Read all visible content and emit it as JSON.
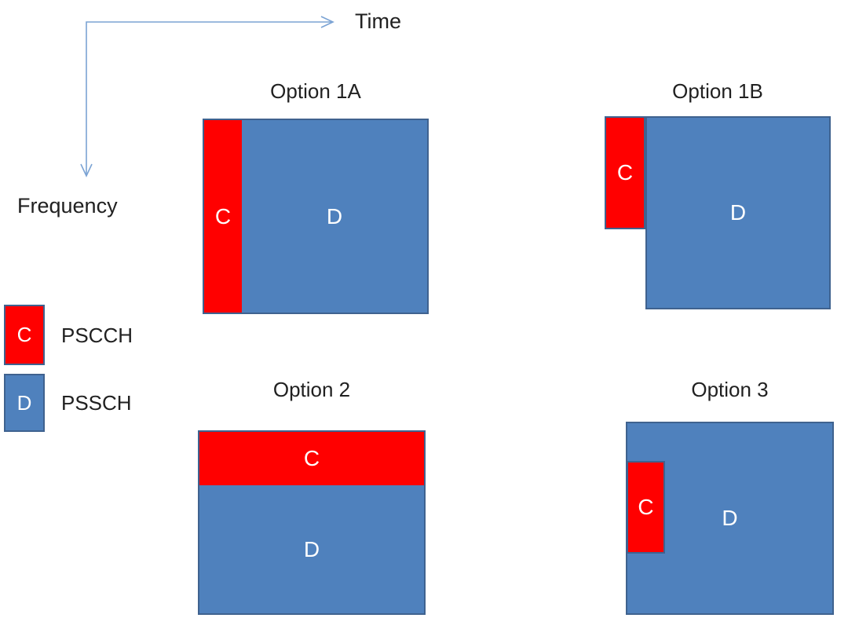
{
  "diagram": {
    "axes": {
      "time": "Time",
      "frequency": "Frequency"
    },
    "legend": [
      {
        "symbol": "C",
        "name": "PSCCH"
      },
      {
        "symbol": "D",
        "name": "PSSCH"
      }
    ],
    "options": [
      {
        "title": "Option 1A",
        "c": "C",
        "d": "D"
      },
      {
        "title": "Option 1B",
        "c": "C",
        "d": "D"
      },
      {
        "title": "Option 2",
        "c": "C",
        "d": "D"
      },
      {
        "title": "Option 3",
        "c": "C",
        "d": "D"
      }
    ],
    "colors": {
      "pscch_fill": "#ff0000",
      "pssch_fill": "#4f81bd",
      "block_border": "#3f628f",
      "axis_arrow": "#7ba3d4",
      "text": "#212121",
      "block_label_text": "#ffffff"
    }
  }
}
